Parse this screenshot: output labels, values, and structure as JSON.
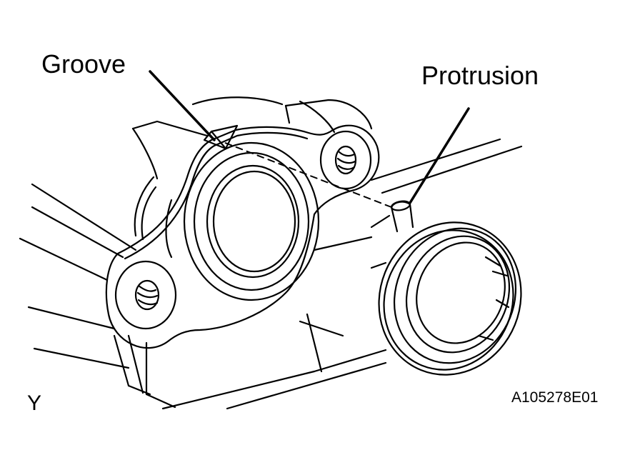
{
  "labels": {
    "groove": "Groove",
    "protrusion": "Protrusion",
    "view": "Y",
    "figure_id": "A105278E01"
  },
  "colors": {
    "line": "#000000",
    "background": "#ffffff"
  }
}
